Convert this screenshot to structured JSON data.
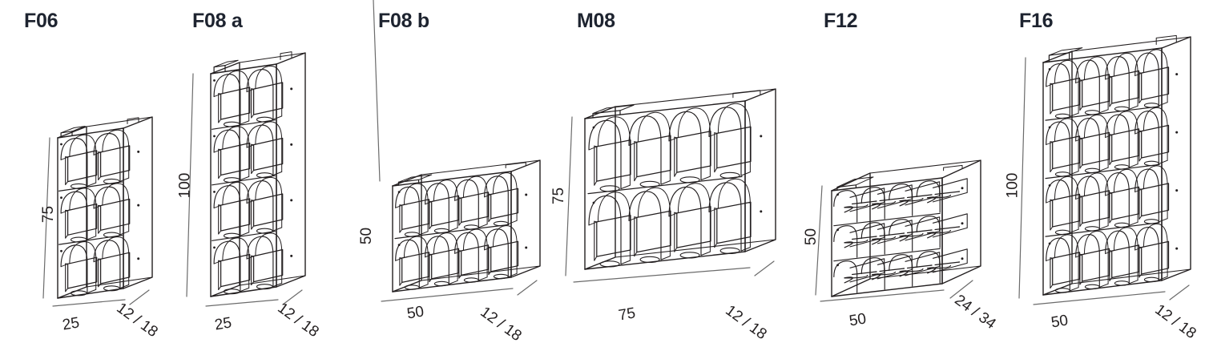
{
  "sheet": {
    "background_color": "#ffffff",
    "line_color": "#231f20",
    "title_color": "#1e2430"
  },
  "models": [
    {
      "id": "f06",
      "title": "F06",
      "columns": 2,
      "rows": 3,
      "style": "pocket",
      "height_label": "75",
      "width_label": "25",
      "depth_label": "12 / 18",
      "depth_numerator": "12",
      "depth_denominator": "18"
    },
    {
      "id": "f08a",
      "title": "F08 a",
      "columns": 2,
      "rows": 4,
      "style": "pocket",
      "height_label": "100",
      "width_label": "25",
      "depth_label": "12 / 18",
      "depth_numerator": "12",
      "depth_denominator": "18"
    },
    {
      "id": "f08b",
      "title": "F08 b",
      "columns": 4,
      "rows": 2,
      "style": "pocket",
      "height_label": "50",
      "width_label": "50",
      "depth_label": "12 / 18",
      "depth_numerator": "12",
      "depth_denominator": "18"
    },
    {
      "id": "m08",
      "title": "M08",
      "columns": 4,
      "rows": 2,
      "style": "pocket",
      "height_label": "75",
      "width_label": "75",
      "depth_label": "12 / 18",
      "depth_numerator": "12",
      "depth_denominator": "18"
    },
    {
      "id": "f12",
      "title": "F12",
      "columns": 4,
      "rows": 3,
      "style": "wire",
      "height_label": "50",
      "width_label": "50",
      "depth_label": "24 / 34",
      "depth_numerator": "24",
      "depth_denominator": "34"
    },
    {
      "id": "f16",
      "title": "F16",
      "columns": 4,
      "rows": 4,
      "style": "pocket",
      "height_label": "100",
      "width_label": "50",
      "depth_label": "12 / 18",
      "depth_numerator": "12",
      "depth_denominator": "18"
    }
  ]
}
